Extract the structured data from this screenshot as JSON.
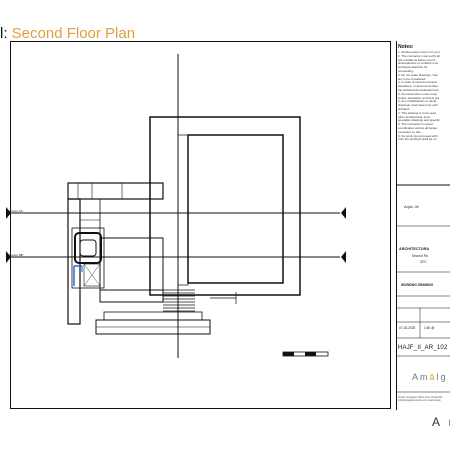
{
  "title": {
    "prefix": "l:",
    "name": "Second Floor Plan"
  },
  "notes": {
    "heading": "Notes:",
    "lines": [
      "1. All dimensions are in mm unl",
      "2. The contractor must verify all",
      "site conditions before comm",
      "discrepancies or conflicts mus",
      "architects attention for",
      "proceeding.",
      "3. Do not scale drawings. Use",
      "are to be considered.",
      "4. In case of incorrect dimens",
      "elevations, or documents then",
      "the architects/consultants befo",
      "5. All construction must comp",
      "codes, standards, and best pra",
      "6. Any modifications or devia",
      "drawings must have prior writt",
      "architect.",
      "7. This drawing is to be read",
      "other architectural, struc",
      "specialist drawings and specific",
      "8. The contractor is respon",
      "coordination across all trades",
      "execution on site.",
      "9. No work must proceed with",
      "from the architect shall be on"
    ]
  },
  "title_block": {
    "client": "Arjun Je",
    "drawing_set": "ARCHITECTURA",
    "drawing_name": "Second Flo",
    "drawing_type": "GFC",
    "status": "WORKING DRAWING",
    "date": "07-03-2025",
    "scale": "1:50 @",
    "drawing_code": "HAJF_II_AR_102",
    "logo_main": "Am",
    "logo_accent": "â",
    "logo_end": "lg",
    "address": [
      "Studio, Amalgam Office Area, Hosali Rd",
      "info@amalgamstudio.com   www.amalg"
    ]
  },
  "section_tags": {
    "upper": "Section AA'",
    "lower": "Section BB'"
  },
  "corner_text": "A r"
}
